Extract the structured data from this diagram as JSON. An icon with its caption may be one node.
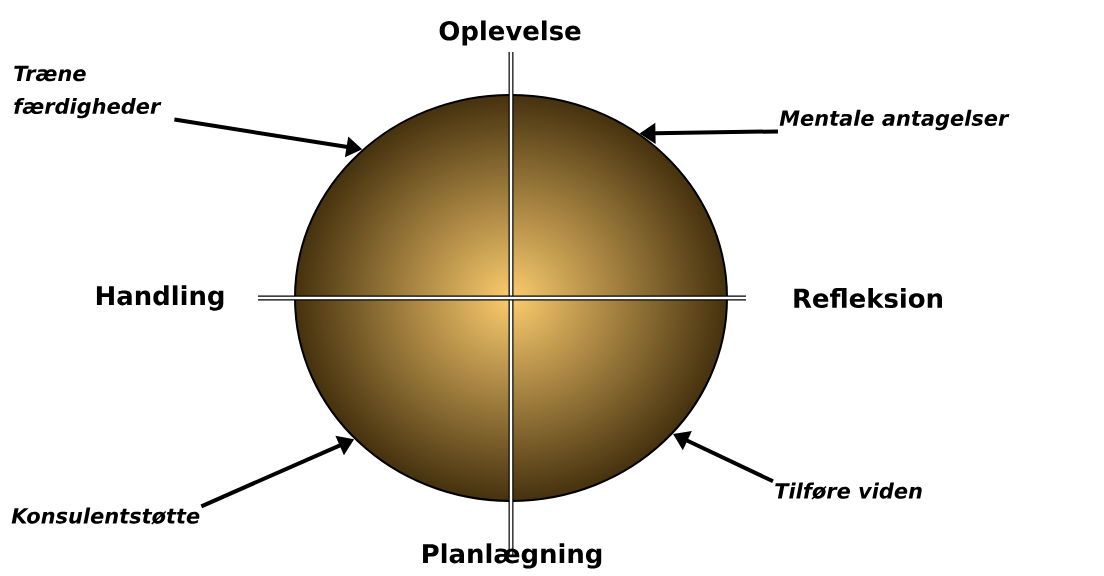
{
  "diagram": {
    "nodes": [
      {
        "text": [],
        "shape": "circle"
      },
      {
        "text": [
          "Træne færdigheder"
        ]
      },
      {
        "text": [
          "Mentale antagelser"
        ]
      },
      {
        "text": [
          "Konsulentstøtte"
        ]
      },
      {
        "text": [
          "Tilføre viden"
        ]
      }
    ],
    "edges": [
      {
        "from": 1,
        "to": 0,
        "arrow": "to"
      },
      {
        "from": 2,
        "to": 0,
        "arrow": "to"
      },
      {
        "from": 3,
        "to": 0,
        "arrow": "to"
      },
      {
        "from": 4,
        "to": 0,
        "arrow": "to"
      }
    ],
    "labels": [
      "Oplevelse",
      "Handling",
      "Refleksion",
      "Planlægning"
    ]
  }
}
